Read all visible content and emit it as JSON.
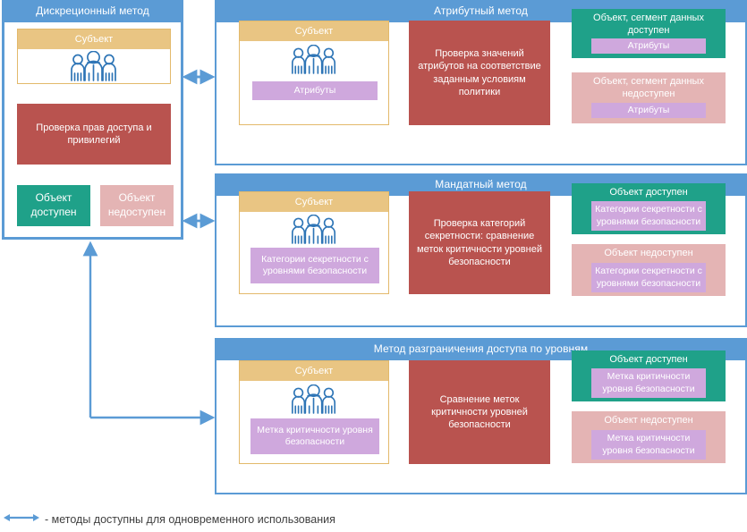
{
  "diagram": {
    "title_hidden": "",
    "colors": {
      "panel_blue": "#5b9bd5",
      "subject_tan": "#e9c583",
      "process_red": "#b9534f",
      "granted_green": "#1fa189",
      "denied_pink": "#e4b4b4",
      "tag_purple": "#cfa8dd",
      "arrow_grey": "#595959",
      "connector_blue": "#5b9bd5"
    }
  },
  "left_panel": {
    "title": "Дискреционный метод",
    "subject": {
      "title": "Субъект",
      "icon": "people-group-icon"
    },
    "process": "Проверка прав доступа и привилегий",
    "granted": "Объект доступен",
    "denied": "Объект недоступен"
  },
  "panels": [
    {
      "id": "attributive",
      "title": "Атрибутный метод",
      "subject": {
        "title": "Субъект",
        "icon": "people-group-icon",
        "tag": "Атрибуты"
      },
      "process": "Проверка значений атрибутов на соответствие заданным условиям политики",
      "granted": {
        "label": "Объект, сегмент данных доступен",
        "tag": "Атрибуты"
      },
      "denied": {
        "label": "Объект, сегмент данных недоступен",
        "tag": "Атрибуты"
      }
    },
    {
      "id": "mandatory",
      "title": "Мандатный метод",
      "subject": {
        "title": "Субъект",
        "icon": "people-group-icon",
        "tag": "Категории секретности с уровнями безопасности"
      },
      "process": "Проверка категорий секретности: сравнение меток критичности уровней безопасности",
      "granted": {
        "label": "Объект доступен",
        "tag": "Категории секретности с уровнями безопасности"
      },
      "denied": {
        "label": "Объект недоступен",
        "tag": "Категории секретности с уровнями безопасности"
      }
    },
    {
      "id": "levels",
      "title": "Метод разграничения доступа по уровням",
      "subject": {
        "title": "Субъект",
        "icon": "people-group-icon",
        "tag": "Метка критичности уровня безопасности"
      },
      "process": "Сравнение меток критичности уровней безопасности",
      "granted": {
        "label": "Объект доступен",
        "tag": "Метка критичности уровня безопасности"
      },
      "denied": {
        "label": "Объект недоступен",
        "tag": "Метка критичности уровня безопасности"
      }
    }
  ],
  "legend": {
    "symbol": "double-headed-arrow-icon",
    "text": "- методы доступны для одновременного использования"
  }
}
